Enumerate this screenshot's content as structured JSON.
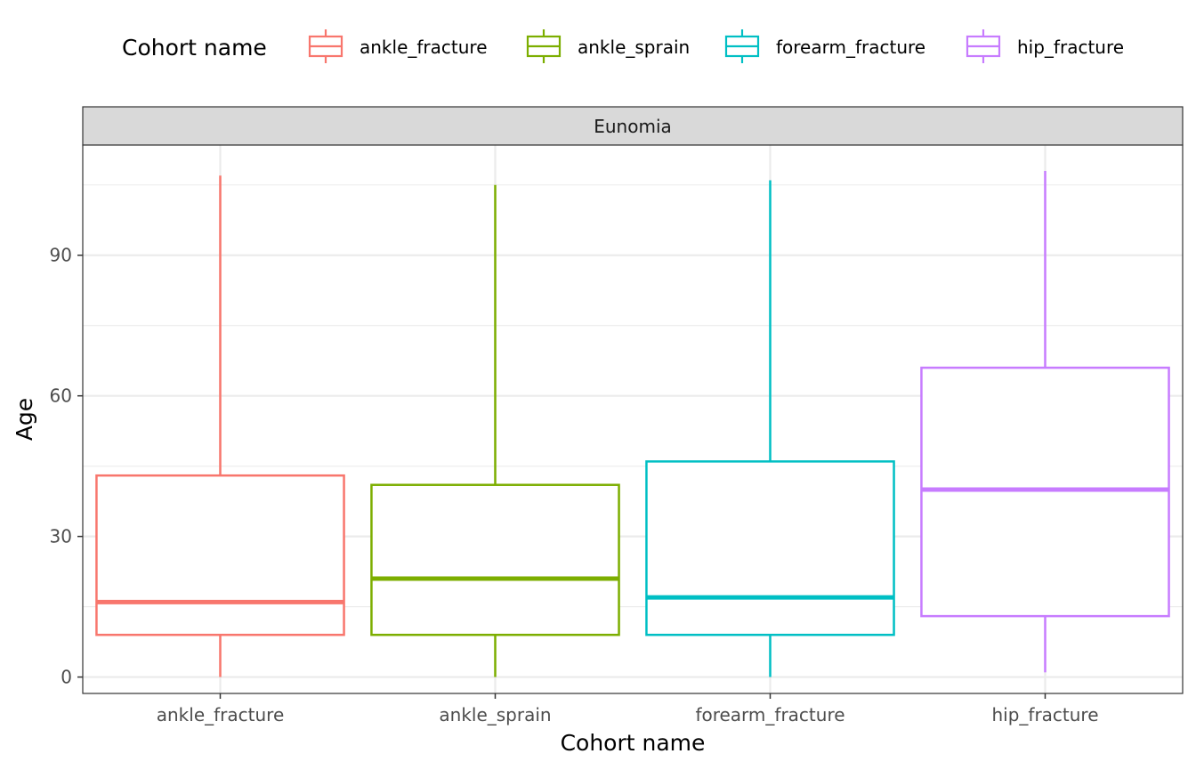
{
  "chart_data": {
    "type": "boxplot",
    "facet": "Eunomia",
    "xlabel": "Cohort name",
    "ylabel": "Age",
    "ylim": [
      -3.5,
      113.5
    ],
    "yticks": [
      0,
      30,
      60,
      90
    ],
    "grid": true,
    "legend": {
      "title": "Cohort name",
      "position": "top"
    },
    "categories": [
      "ankle_fracture",
      "ankle_sprain",
      "forearm_fracture",
      "hip_fracture"
    ],
    "series": [
      {
        "name": "ankle_fracture",
        "color": "#F8766D",
        "min": 0,
        "q1": 9,
        "median": 16,
        "q3": 43,
        "max": 107
      },
      {
        "name": "ankle_sprain",
        "color": "#7CAE00",
        "min": 0,
        "q1": 9,
        "median": 21,
        "q3": 41,
        "max": 105
      },
      {
        "name": "forearm_fracture",
        "color": "#00BFC4",
        "min": 0,
        "q1": 9,
        "median": 17,
        "q3": 46,
        "max": 106
      },
      {
        "name": "hip_fracture",
        "color": "#C77CFF",
        "min": 1,
        "q1": 13,
        "median": 40,
        "q3": 66,
        "max": 108
      }
    ]
  }
}
